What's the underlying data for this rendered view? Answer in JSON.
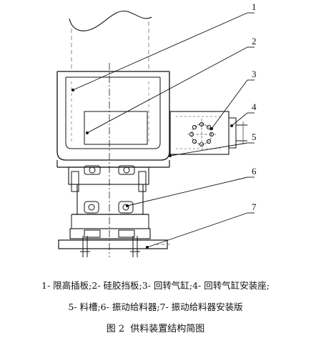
{
  "figure": {
    "callouts": [
      "1",
      "2",
      "3",
      "4",
      "5",
      "6",
      "7"
    ],
    "legend_line_1": "1- 限高插板;2- 硅胶挡板;3- 回转气缸;4- 回转气缸安装座;",
    "legend_line_2": "5- 料槽;6- 振动给料器;7- 振动给料器安装版",
    "caption_number": "图 2",
    "caption_title": "供料装置结构简图"
  }
}
